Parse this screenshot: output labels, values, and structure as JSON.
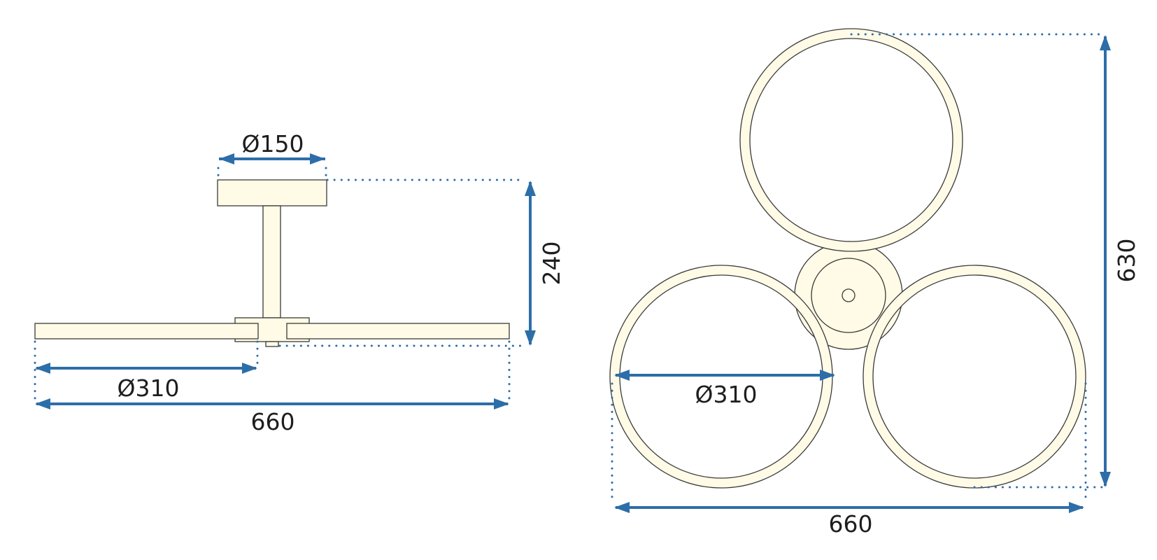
{
  "side_view": {
    "canopy_diameter": "Ø150",
    "height": "240",
    "ring_diameter": "Ø310",
    "total_width": "660"
  },
  "top_view": {
    "ring_diameter": "Ø310",
    "total_width": "660",
    "total_height": "630"
  },
  "colors": {
    "dimension_line": "#2d6ea9",
    "part_fill": "#fffbe6",
    "outline": "#3a3a3a"
  }
}
